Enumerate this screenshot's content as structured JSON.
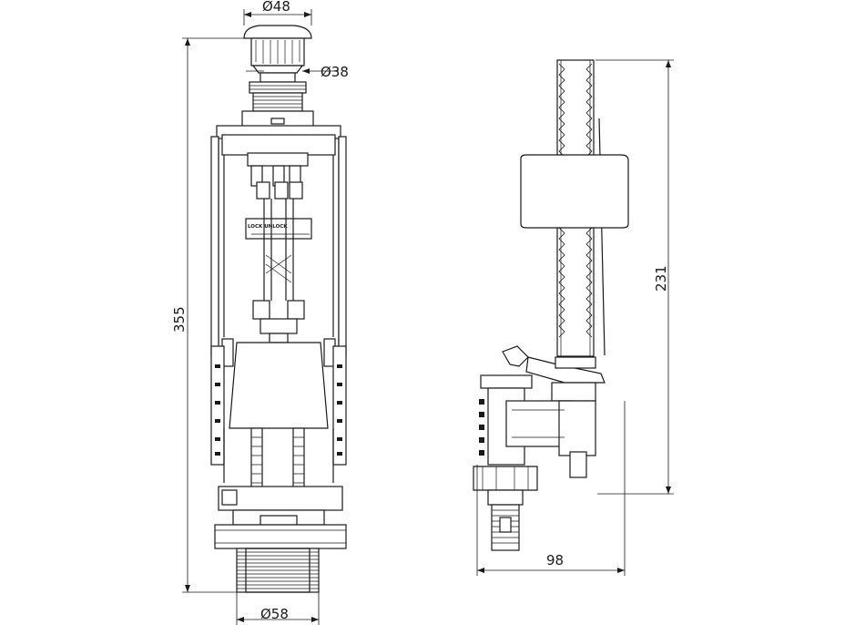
{
  "dimensions": {
    "cap_diameter": "Ø48",
    "stem_diameter": "Ø38",
    "thread_diameter": "Ø58",
    "flush_valve_height": "355",
    "fill_valve_height": "231",
    "fill_valve_width": "98"
  },
  "labels": {
    "lock_label": "LOCK UNLOCK"
  },
  "colors": {
    "line": "#1a1a1a",
    "background": "#ffffff",
    "shade": "#9a9a9a"
  }
}
